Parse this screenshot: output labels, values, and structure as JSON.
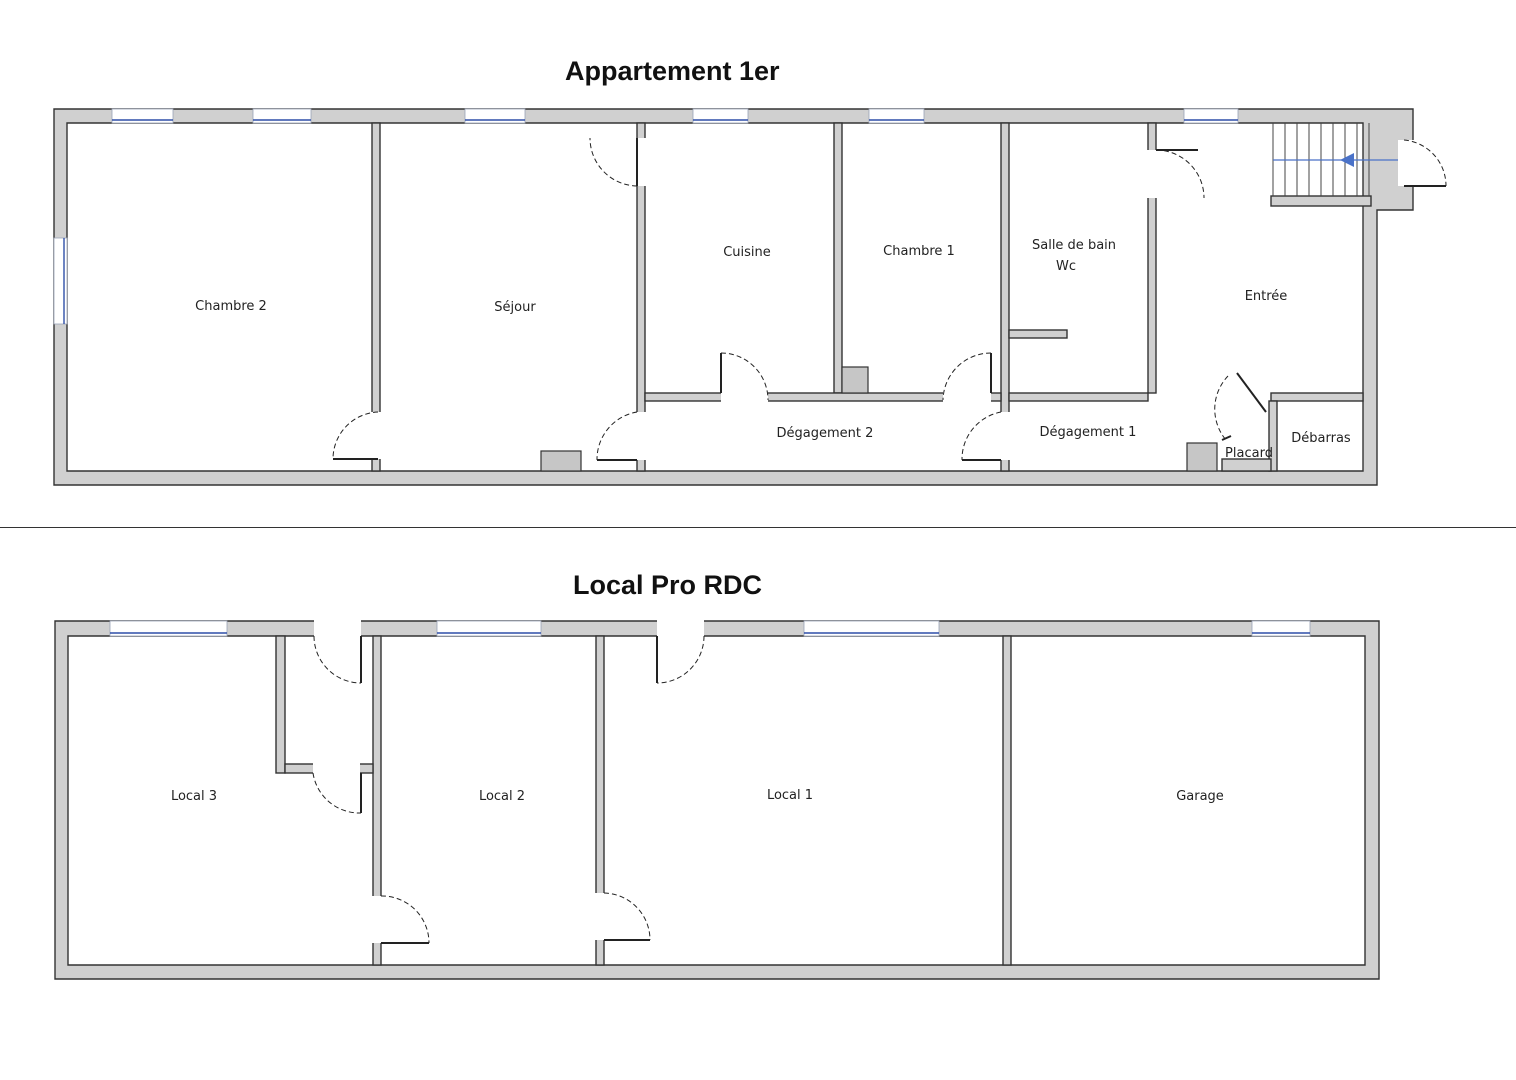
{
  "floors": [
    {
      "title": "Appartement 1er",
      "rooms": [
        {
          "id": "chambre-2",
          "label": "Chambre 2"
        },
        {
          "id": "sejour",
          "label": "Séjour"
        },
        {
          "id": "cuisine",
          "label": "Cuisine"
        },
        {
          "id": "chambre-1",
          "label": "Chambre 1"
        },
        {
          "id": "salle-de-bain",
          "label": "Salle de bain"
        },
        {
          "id": "wc",
          "label": "Wc"
        },
        {
          "id": "entree",
          "label": "Entrée"
        },
        {
          "id": "degagement-2",
          "label": "Dégagement 2"
        },
        {
          "id": "degagement-1",
          "label": "Dégagement 1"
        },
        {
          "id": "placard",
          "label": "Placard"
        },
        {
          "id": "debarras",
          "label": "Débarras"
        }
      ]
    },
    {
      "title": "Local Pro RDC",
      "rooms": [
        {
          "id": "local-3",
          "label": "Local 3"
        },
        {
          "id": "local-2",
          "label": "Local 2"
        },
        {
          "id": "local-1",
          "label": "Local 1"
        },
        {
          "id": "garage",
          "label": "Garage"
        }
      ]
    }
  ]
}
